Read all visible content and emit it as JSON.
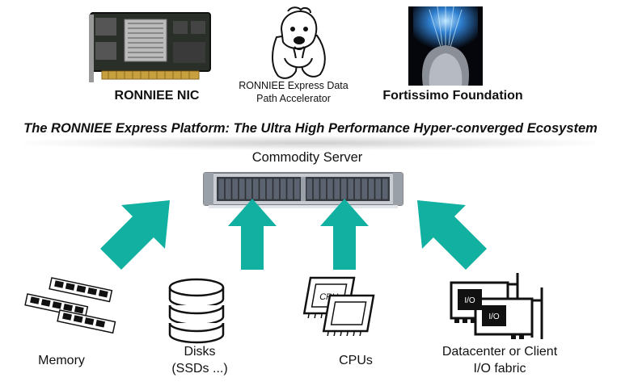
{
  "top": {
    "nic_label": "RONNIEE NIC",
    "accel_label_line1": "RONNIEE Express Data",
    "accel_label_line2": "Path Accelerator",
    "foundation_label": "Fortissimo Foundation"
  },
  "title": "The RONNIEE Express Platform: The Ultra High Performance Hyper-converged Ecosystem",
  "server": {
    "label": "Commodity Server"
  },
  "components": {
    "memory": "Memory",
    "disks_line1": "Disks",
    "disks_line2": "(SSDs ...)",
    "cpus": "CPUs",
    "io_line1": "Datacenter or Client",
    "io_line2": "I/O fabric"
  },
  "icon_text": {
    "cpu": "CPU",
    "io_a": "I/O",
    "io_b": "I/O"
  },
  "colors": {
    "arrow": "#12b0a0",
    "text": "#111111"
  }
}
